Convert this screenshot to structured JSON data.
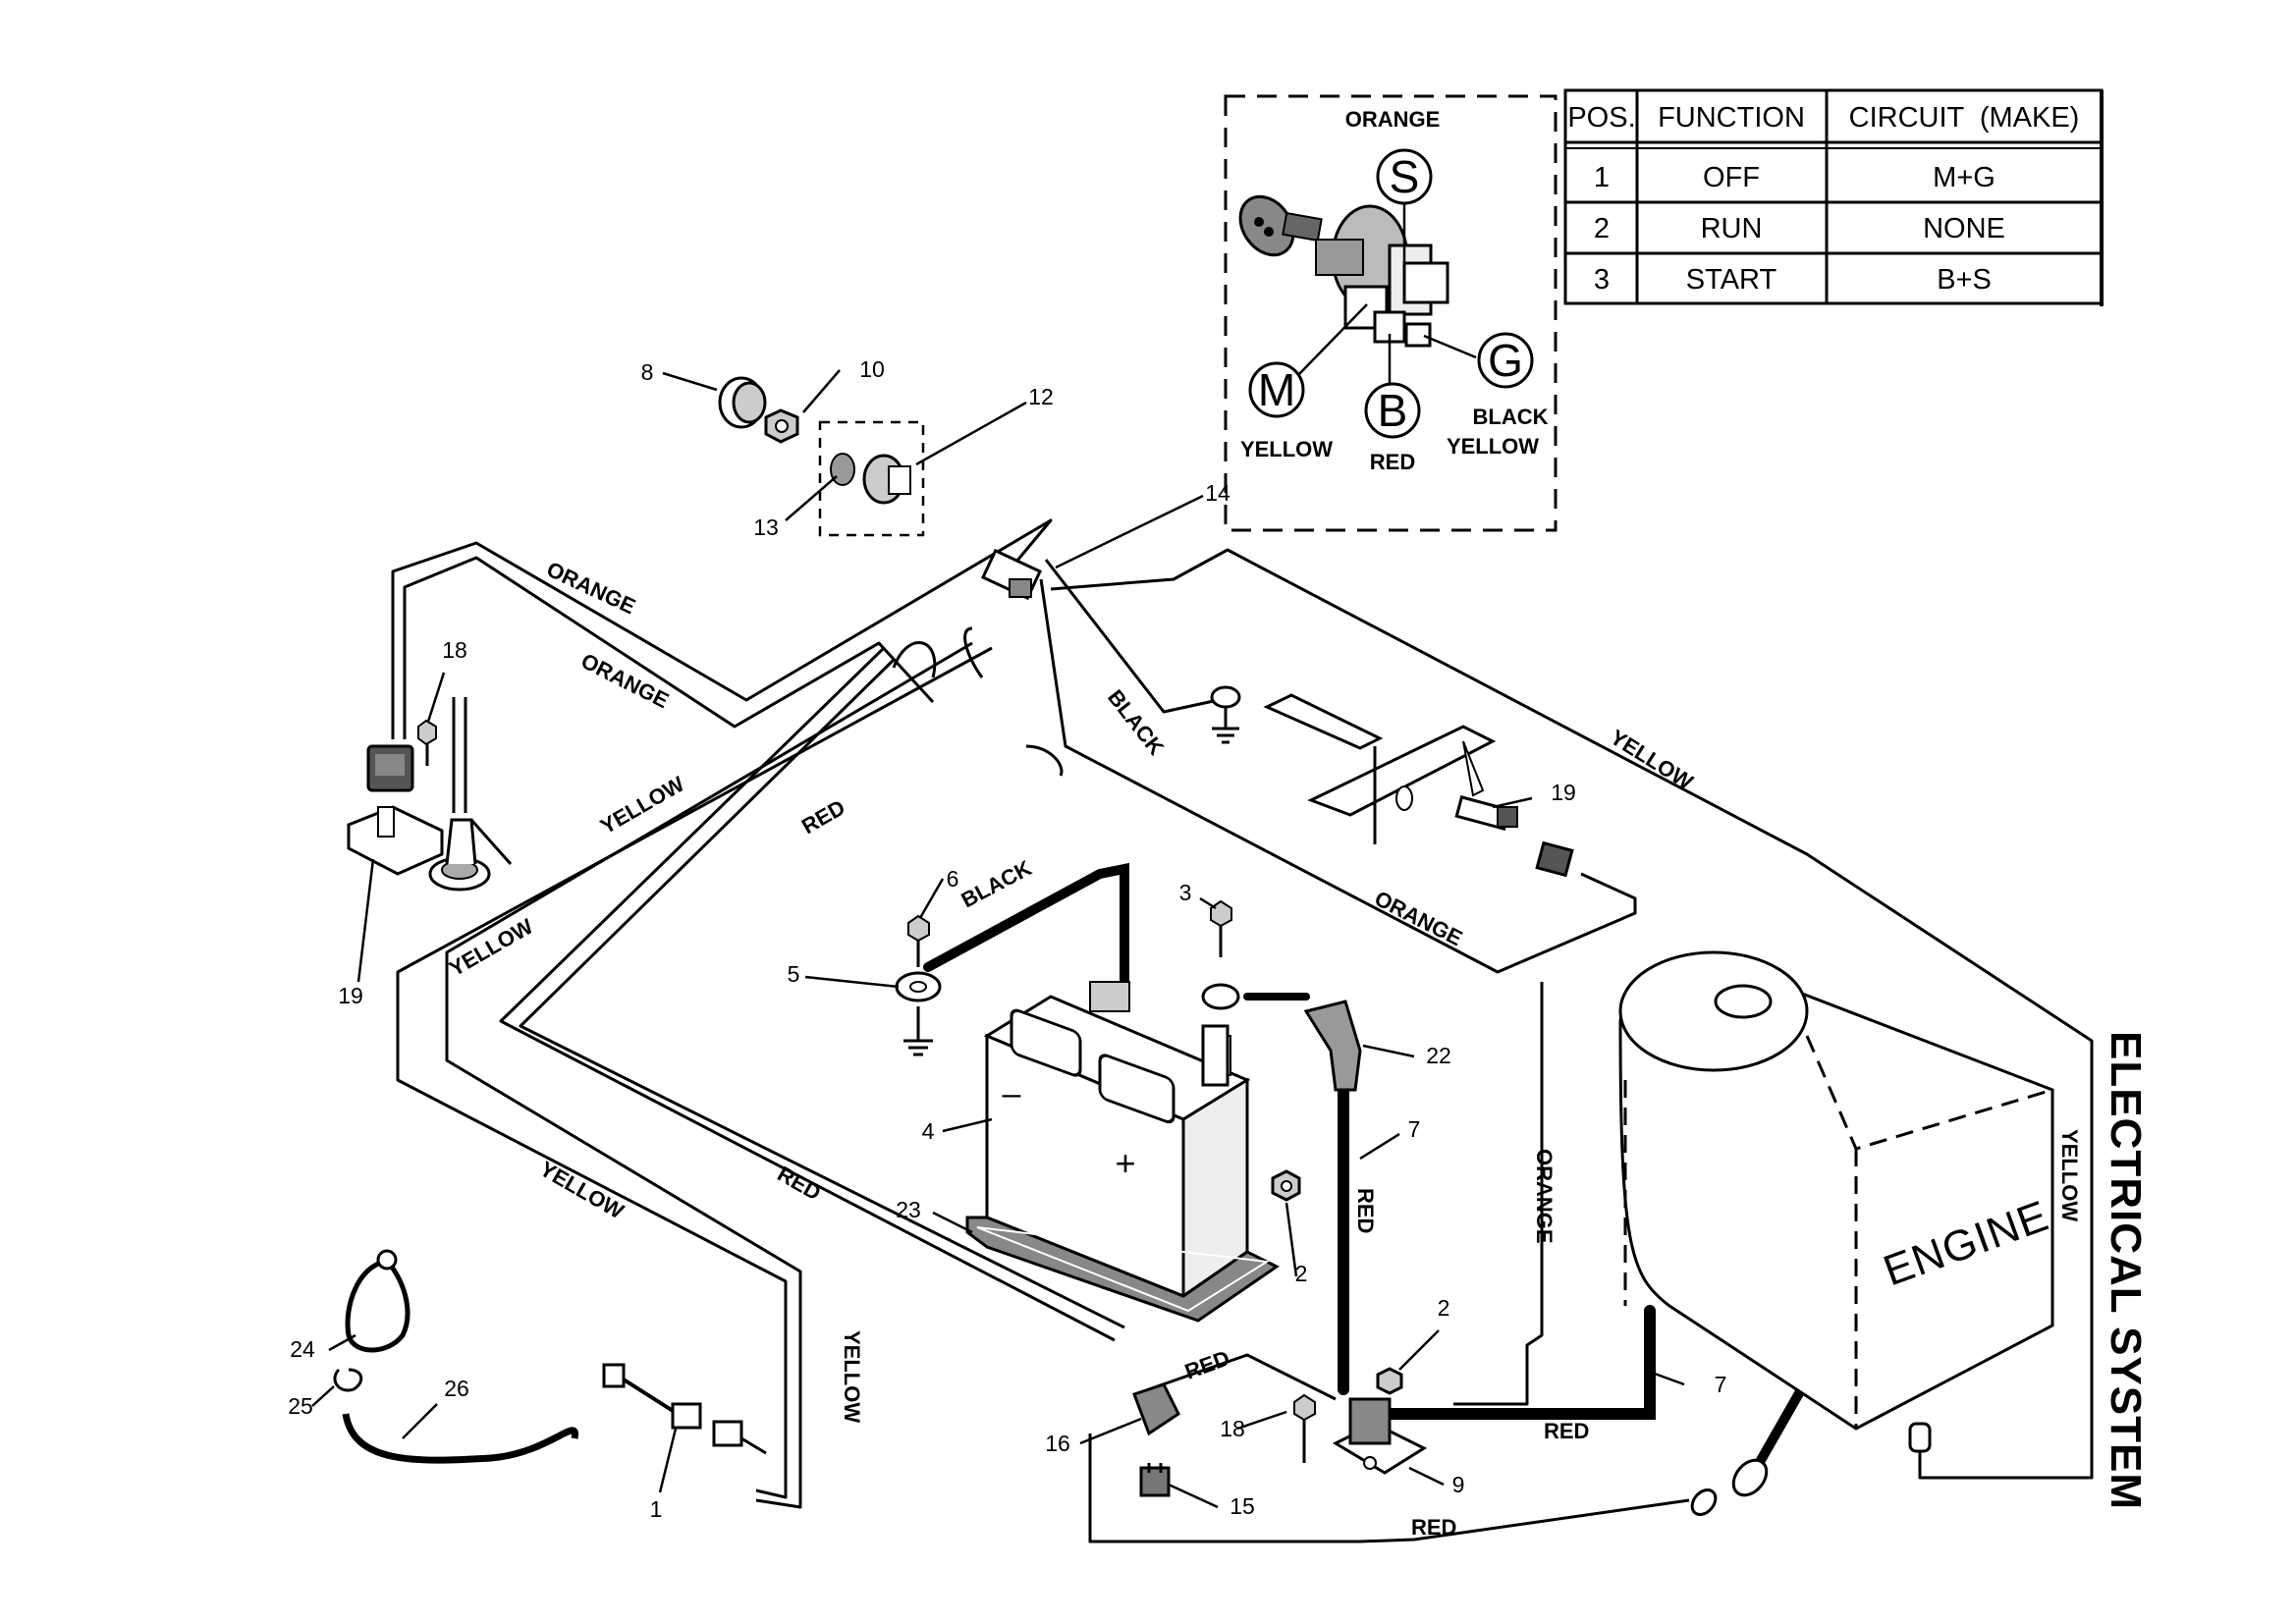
{
  "title": "ELECTRICAL SYSTEM",
  "engine_label": "ENGINE",
  "switch_detail": {
    "top_label": "ORANGE",
    "terminals": {
      "S": "S",
      "M": "M",
      "B": "B",
      "G": "G"
    },
    "m_color": "YELLOW",
    "b_color": "RED",
    "g_color_1": "BLACK",
    "g_color_2": "YELLOW"
  },
  "table": {
    "headers": [
      "POS.",
      "FUNCTION",
      "CIRCUIT  (MAKE)"
    ],
    "rows": [
      [
        "1",
        "OFF",
        "M+G"
      ],
      [
        "2",
        "RUN",
        "NONE"
      ],
      [
        "3",
        "START",
        "B+S"
      ]
    ]
  },
  "wire_labels": {
    "orange_1": "ORANGE",
    "orange_2": "ORANGE",
    "orange_3": "ORANGE",
    "orange_4": "ORANGE",
    "yellow_1": "YELLOW",
    "yellow_2": "YELLOW",
    "yellow_3": "YELLOW",
    "yellow_4": "YELLOW",
    "yellow_5": "YELLOW",
    "yellow_6": "YELLOW",
    "red_1": "RED",
    "red_2": "RED",
    "red_3": "RED",
    "red_4": "RED",
    "red_5": "RED",
    "red_6": "RED",
    "black_1": "BLACK",
    "black_2": "BLACK"
  },
  "battery_symbols": {
    "minus": "–",
    "plus": "+"
  },
  "part_numbers": {
    "p1": "1",
    "p2a": "2",
    "p2b": "2",
    "p3": "3",
    "p4": "4",
    "p5": "5",
    "p6": "6",
    "p7a": "7",
    "p7b": "7",
    "p8": "8",
    "p9": "9",
    "p10": "10",
    "p12": "12",
    "p13": "13",
    "p14": "14",
    "p15": "15",
    "p16": "16",
    "p18a": "18",
    "p18b": "18",
    "p19a": "19",
    "p19b": "19",
    "p22": "22",
    "p23": "23",
    "p24": "24",
    "p25": "25",
    "p26": "26"
  }
}
